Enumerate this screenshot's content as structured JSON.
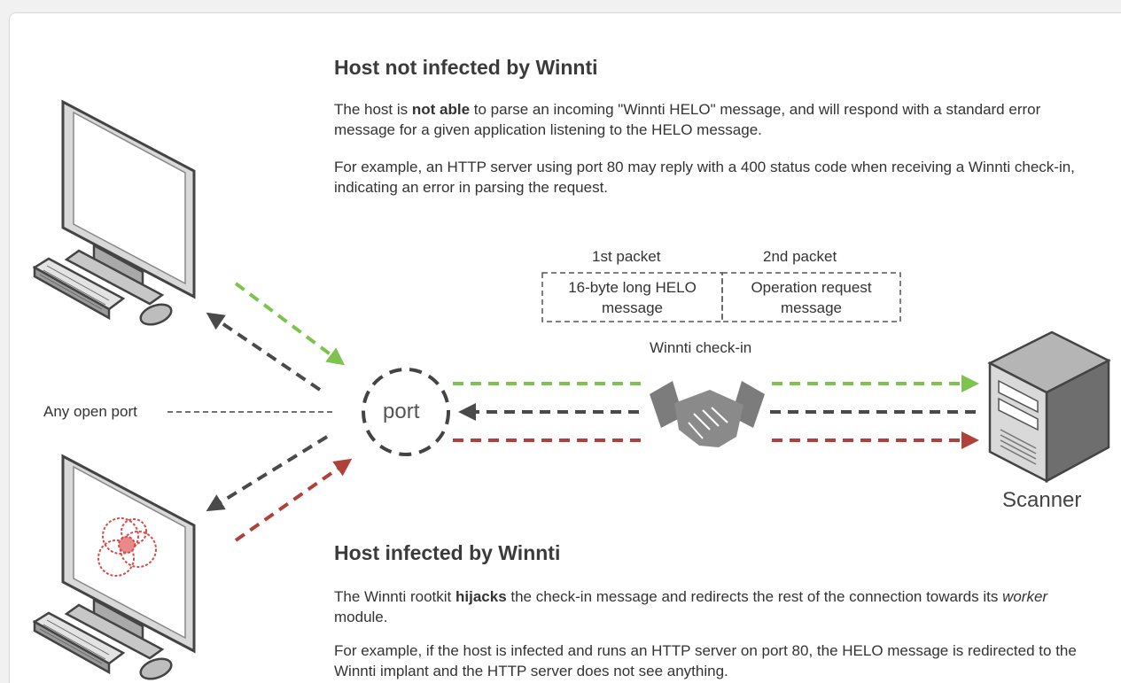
{
  "top_section": {
    "title": "Host not infected by Winnti",
    "p1": {
      "before": "The host is ",
      "bold": "not able",
      "after": " to parse an incoming \"Winnti HELO\" message, and will respond with a standard error message for a given application listening to the HELO message."
    },
    "p2": "For example, an HTTP server using port 80 may reply with a 400 status code when receiving a Winnti check-in, indicating an error in parsing the request."
  },
  "packets": {
    "first_label": "1st packet",
    "second_label": "2nd packet",
    "first_box": "16-byte long HELO message",
    "second_box": "Operation request message",
    "caption": "Winnti check-in"
  },
  "port_label": "port",
  "open_port_label": "Any open port",
  "scanner_label": "Scanner",
  "bottom_section": {
    "title": "Host infected by Winnti",
    "p1": {
      "before": "The Winnti rootkit ",
      "bold": "hijacks",
      "middle": " the check-in message and redirects the rest of the connection towards its ",
      "italic": "worker",
      "after": " module."
    },
    "p2": "For example, if the host is infected and runs an HTTP server on port 80, the HELO message is redirected to the Winnti implant and the HTTP server does not see anything."
  },
  "colors": {
    "green_arrow": "#7ec24f",
    "dark_arrow": "#4a4a4a",
    "red_arrow": "#b0403a",
    "infection_mark": "#d94a4a",
    "background": "#ffffff"
  },
  "icons": [
    "computer-icon",
    "handshake-icon",
    "server-icon",
    "infection-icon"
  ]
}
